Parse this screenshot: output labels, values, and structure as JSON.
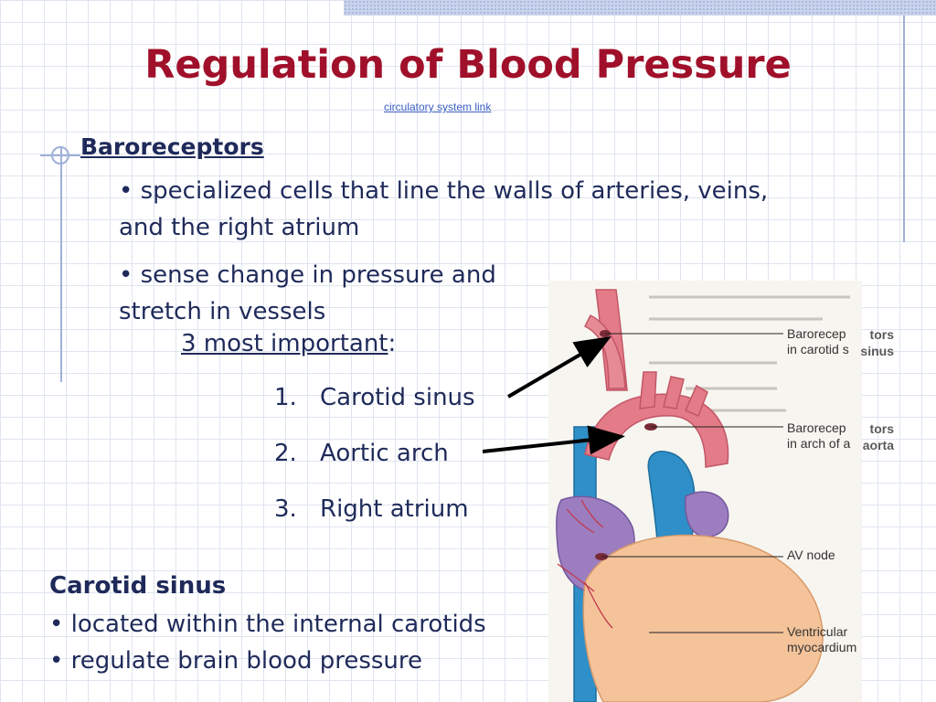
{
  "slide": {
    "title": "Regulation of Blood Pressure",
    "link_text": "circulatory system link",
    "heading": "Baroreceptors",
    "points": [
      "• specialized cells that line the walls of arteries, veins, and the right atrium",
      "• sense change in pressure and stretch in vessels"
    ],
    "sub_heading_underlined": "3 most important",
    "sub_heading_suffix": ":",
    "numbered": [
      {
        "num": "1.",
        "text": "Carotid sinus"
      },
      {
        "num": "2.",
        "text": "Aortic arch"
      },
      {
        "num": "3.",
        "text": "Right atrium"
      }
    ],
    "carotid_heading": "Carotid sinus",
    "carotid_points": [
      "• located within the internal carotids",
      "• regulate brain blood pressure"
    ]
  },
  "figure": {
    "labels": [
      {
        "line1": "Barorecep",
        "line2": "in carotid s"
      },
      {
        "line1": "Barorecep",
        "line2": "in arch of a"
      },
      {
        "line1": "AV node",
        "line2": ""
      },
      {
        "line1": "Ventricular",
        "line2": "myocardium"
      }
    ],
    "overlay": [
      {
        "line1": "tors",
        "line2": "sinus"
      },
      {
        "line1": "tors",
        "line2": "aorta"
      }
    ]
  },
  "colors": {
    "title": "#a0102a",
    "text": "#1f2a5a",
    "link": "#3b5fc4",
    "grid": "#dfe4ef",
    "accent": "#9fb0d8"
  }
}
